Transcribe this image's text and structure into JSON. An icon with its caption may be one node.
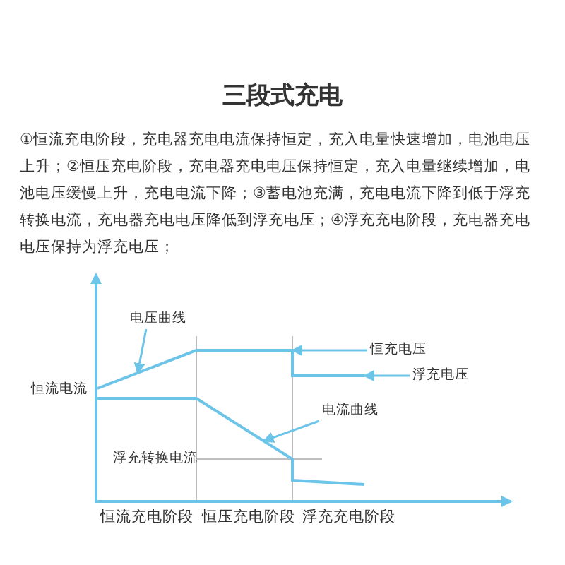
{
  "diagram": {
    "title": "三段式充电",
    "nodes": [
      {
        "text": [
          "电压曲线"
        ]
      },
      {
        "text": [
          "恒充电压"
        ]
      },
      {
        "text": [
          "浮充电压"
        ]
      },
      {
        "text": [
          "电流曲线"
        ]
      },
      {
        "text": [],
        "shape": "line"
      },
      {
        "text": [],
        "shape": "line"
      }
    ],
    "edges": [
      {
        "from": 0,
        "to": 4,
        "arrow": "to"
      },
      {
        "from": 1,
        "to": 4,
        "arrow": "to"
      },
      {
        "from": 2,
        "to": 4,
        "arrow": "to"
      },
      {
        "from": 3,
        "to": 5,
        "arrow": "to"
      }
    ],
    "labels": [
      "①恒流充电阶段，充电器充电电流保持恒定，充入电量快速增加，电池电压上升；②恒压充电阶段，充电器充电电压保持恒定，充入电量继续增加，电池电压缓慢上升，充电电流下降；③蓄电池充满，充电电流下降到低于浮充转换电流，充电器充电电压降低到浮充电压；④浮充充电阶段，充电器充电电压保持为浮充电压；",
      "恒流电流",
      "浮充转换电流",
      "恒流充电阶段",
      "恒压充电阶段",
      "浮充充电阶段"
    ]
  }
}
